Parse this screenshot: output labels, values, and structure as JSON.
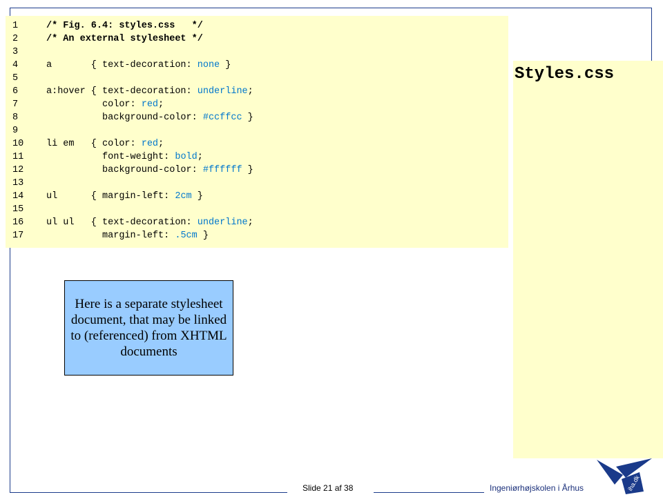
{
  "code": {
    "lines": [
      {
        "n": "1",
        "text": "/* Fig. 6.4: styles.css   */",
        "kind": "comment"
      },
      {
        "n": "2",
        "text": "/* An external stylesheet */",
        "kind": "comment"
      },
      {
        "n": "3",
        "text": ""
      },
      {
        "n": "4",
        "parts": [
          {
            "t": "a       { text-decoration: "
          },
          {
            "t": "none",
            "v": true
          },
          {
            "t": " }"
          }
        ]
      },
      {
        "n": "5",
        "text": ""
      },
      {
        "n": "6",
        "parts": [
          {
            "t": "a:hover { text-decoration: "
          },
          {
            "t": "underline",
            "v": true
          },
          {
            "t": ";"
          }
        ]
      },
      {
        "n": "7",
        "parts": [
          {
            "t": "          color: "
          },
          {
            "t": "red",
            "v": true
          },
          {
            "t": ";"
          }
        ]
      },
      {
        "n": "8",
        "parts": [
          {
            "t": "          background-color: "
          },
          {
            "t": "#ccffcc",
            "v": true
          },
          {
            "t": " }"
          }
        ]
      },
      {
        "n": "9",
        "text": ""
      },
      {
        "n": "10",
        "parts": [
          {
            "t": "li em   { color: "
          },
          {
            "t": "red",
            "v": true
          },
          {
            "t": ";"
          }
        ]
      },
      {
        "n": "11",
        "parts": [
          {
            "t": "          font-weight: "
          },
          {
            "t": "bold",
            "v": true
          },
          {
            "t": ";"
          }
        ]
      },
      {
        "n": "12",
        "parts": [
          {
            "t": "          background-color: "
          },
          {
            "t": "#ffffff",
            "v": true
          },
          {
            "t": " }"
          }
        ]
      },
      {
        "n": "13",
        "text": ""
      },
      {
        "n": "14",
        "parts": [
          {
            "t": "ul      { margin-left: "
          },
          {
            "t": "2cm",
            "v": true
          },
          {
            "t": " }"
          }
        ]
      },
      {
        "n": "15",
        "text": ""
      },
      {
        "n": "16",
        "parts": [
          {
            "t": "ul ul   { text-decoration: "
          },
          {
            "t": "underline",
            "v": true
          },
          {
            "t": ";"
          }
        ]
      },
      {
        "n": "17",
        "parts": [
          {
            "t": "          margin-left: "
          },
          {
            "t": ".5cm",
            "v": true
          },
          {
            "t": " }"
          }
        ]
      }
    ]
  },
  "side": {
    "title": "Styles.css"
  },
  "callout": {
    "text": "Here is a separate stylesheet document, that may be linked to (referenced)  from XHTML documents"
  },
  "footer": {
    "slide": "Slide 21 af  38",
    "school": "Ingeniørhøjskolen i Århus",
    "logo_text": "iha.dk"
  },
  "colors": {
    "code_bg": "#ffffcc",
    "callout_bg": "#99ccff",
    "value_blue": "#0077cc",
    "frame_navy": "#1a3a8a"
  }
}
